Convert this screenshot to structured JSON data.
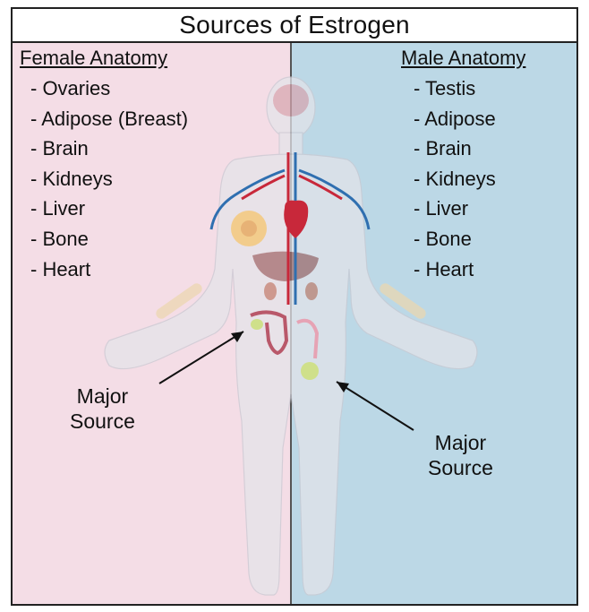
{
  "title": "Sources of Estrogen",
  "female": {
    "heading": "Female Anatomy",
    "items": [
      "- Ovaries",
      "- Adipose (Breast)",
      "- Brain",
      "- Kidneys",
      "- Liver",
      "- Bone",
      "- Heart"
    ],
    "callout_line1": "Major",
    "callout_line2": "Source"
  },
  "male": {
    "heading": "Male Anatomy",
    "items": [
      "- Testis",
      "- Adipose",
      "- Brain",
      "- Kidneys",
      "- Liver",
      "- Bone",
      "- Heart"
    ],
    "callout_line1": "Major",
    "callout_line2": "Source"
  },
  "colors": {
    "female_panel": "#f4dde6",
    "male_panel": "#bcd8e6",
    "body": "#e8e8ec",
    "artery": "#c8283a",
    "vein": "#2f6fb0"
  }
}
